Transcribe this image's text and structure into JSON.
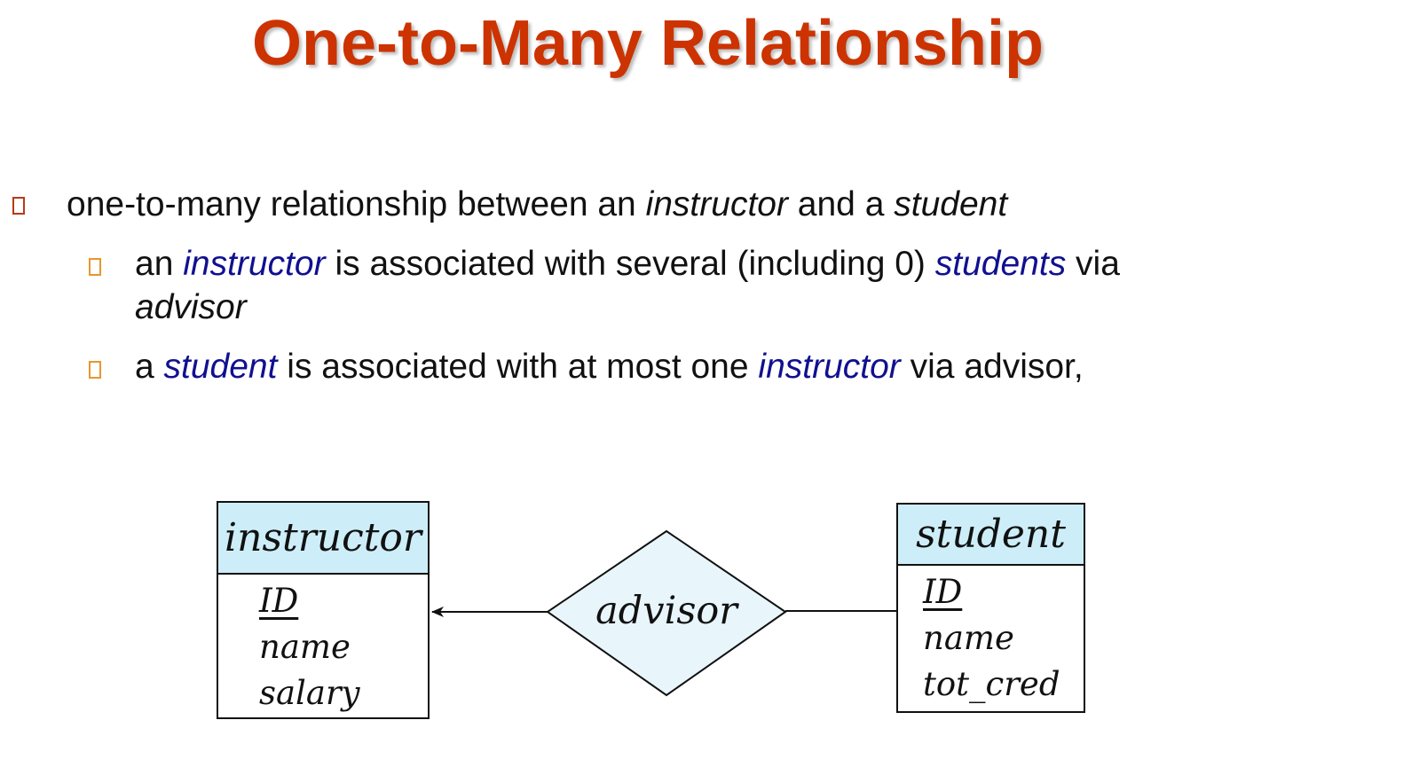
{
  "slide": {
    "title": "One-to-Many Relationship"
  },
  "bullets": {
    "main": {
      "prefix": "one-to-many relationship between an ",
      "entity1": "instructor",
      "middle": " and a ",
      "entity2": "student"
    },
    "sub1": {
      "prefix": "an ",
      "entity1": "instructor",
      "middle": " is associated with several (including 0) ",
      "entity2": "students",
      "suffix": " via",
      "line2": "advisor"
    },
    "sub2": {
      "prefix": "a ",
      "entity1": "student",
      "middle": " is associated with at most one ",
      "entity2": "instructor",
      "suffix": " via advisor,"
    }
  },
  "diagram": {
    "instructor": {
      "name": "instructor",
      "attributes": {
        "pk": "ID",
        "a2": "name",
        "a3": "salary"
      }
    },
    "relationship": {
      "name": "advisor"
    },
    "student": {
      "name": "student",
      "attributes": {
        "pk": "ID",
        "a2": "name",
        "a3": "tot_cred"
      }
    },
    "cardinality": {
      "instructor_side": "one (arrow)",
      "student_side": "many (line)"
    },
    "colors": {
      "title": "#cc3300",
      "entity_header": "#cdeef8",
      "relationship_fill": "#e8f6fc",
      "highlight_text": "#101090"
    }
  }
}
